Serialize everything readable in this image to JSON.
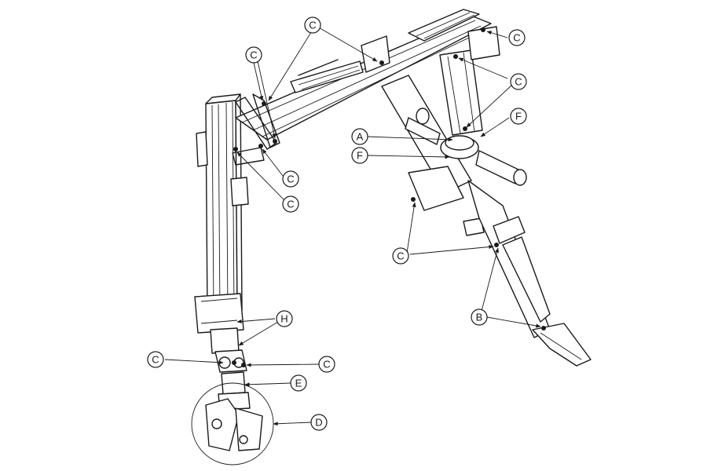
{
  "callouts": {
    "A": "A",
    "B": "B",
    "C": "C",
    "D": "D",
    "E": "E",
    "F": "F",
    "H": "H"
  }
}
